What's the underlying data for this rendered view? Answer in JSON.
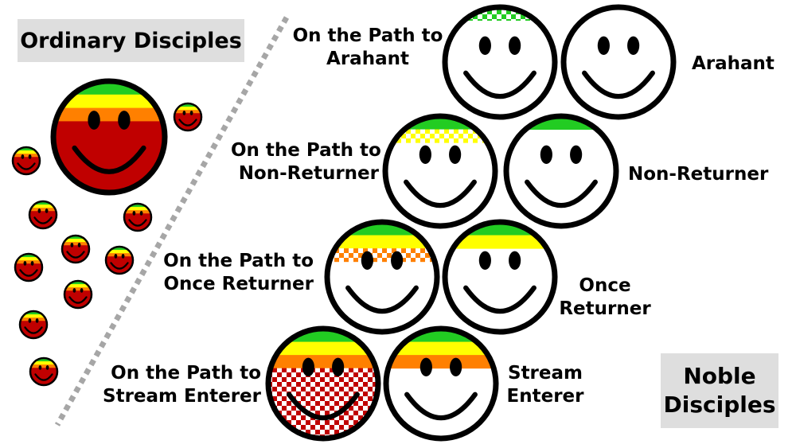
{
  "ordinary": {
    "title": "Ordinary Disciples"
  },
  "noble": {
    "title_line1": "Noble",
    "title_line2": "Disciples"
  },
  "labels": {
    "path_arahant": {
      "line1": "On the Path to",
      "line2": "Arahant"
    },
    "arahant": {
      "line1": "Arahant"
    },
    "path_nonreturner": {
      "line1": "On the Path to",
      "line2": "Non-Returner"
    },
    "nonreturner": {
      "line1": "Non-Returner"
    },
    "path_oncereturner": {
      "line1": "On the Path to",
      "line2": "Once Returner"
    },
    "oncereturner": {
      "line1": "Once",
      "line2": "Returner"
    },
    "path_streamenterer": {
      "line1": "On the Path to",
      "line2": "Stream Enterer"
    },
    "streamenterer": {
      "line1": "Stream",
      "line2": "Enterer"
    }
  },
  "colors": {
    "red": "#c00000",
    "orange": "#ff8000",
    "yellow": "#ffff00",
    "green": "#22cc22",
    "outline": "#000000",
    "divider": "#a6a6a6",
    "label_bg": "#dedede"
  },
  "stages": [
    {
      "id": "path-streamenterer",
      "name": "path-to-stream-enterer-face",
      "green": "solid",
      "yellow": "solid",
      "orange": "solid",
      "red": "checker"
    },
    {
      "id": "streamenterer",
      "name": "stream-enterer-face",
      "green": "solid",
      "yellow": "solid",
      "orange": "solid",
      "red": "none"
    },
    {
      "id": "path-oncereturner",
      "name": "path-to-once-returner-face",
      "green": "solid",
      "yellow": "solid",
      "orange": "checker",
      "red": "none"
    },
    {
      "id": "oncereturner",
      "name": "once-returner-face",
      "green": "solid",
      "yellow": "solid",
      "orange": "none",
      "red": "none"
    },
    {
      "id": "path-nonreturner",
      "name": "path-to-non-returner-face",
      "green": "solid",
      "yellow": "checker",
      "orange": "none",
      "red": "none"
    },
    {
      "id": "nonreturner",
      "name": "non-returner-face",
      "green": "solid",
      "yellow": "none",
      "orange": "none",
      "red": "none"
    },
    {
      "id": "path-arahant",
      "name": "path-to-arahant-face",
      "green": "checker",
      "yellow": "none",
      "orange": "none",
      "red": "none"
    },
    {
      "id": "arahant",
      "name": "arahant-face",
      "green": "none",
      "yellow": "none",
      "orange": "none",
      "red": "none"
    }
  ]
}
